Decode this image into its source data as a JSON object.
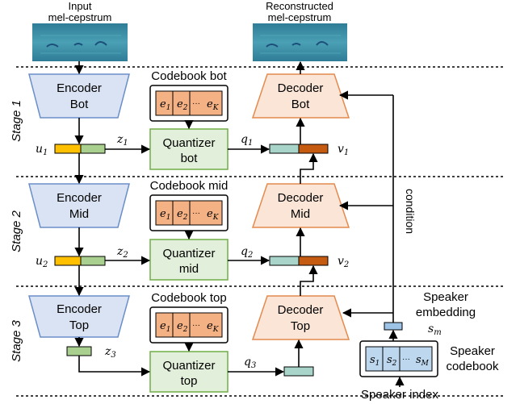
{
  "input_label": [
    "Input",
    "mel-cepstrum"
  ],
  "output_label": [
    "Reconstructed",
    "mel-cepstrum"
  ],
  "stages": [
    {
      "stage_label": "Stage 1",
      "encoder": [
        "Encoder",
        "Bot"
      ],
      "codebook_title": "Codebook bot",
      "codebook_cells": [
        "e",
        "e",
        "e"
      ],
      "codebook_subs": [
        "1",
        "2",
        "K"
      ],
      "quantizer": [
        "Quantizer",
        "bot"
      ],
      "decoder": [
        "Decoder",
        "Bot"
      ],
      "u": "u",
      "u_sub": "1",
      "z": "z",
      "z_sub": "1",
      "q": "q",
      "q_sub": "1",
      "v": "v",
      "v_sub": "1"
    },
    {
      "stage_label": "Stage 2",
      "encoder": [
        "Encoder",
        "Mid"
      ],
      "codebook_title": "Codebook mid",
      "codebook_cells": [
        "e",
        "e",
        "e"
      ],
      "codebook_subs": [
        "1",
        "2",
        "K"
      ],
      "quantizer": [
        "Quantizer",
        "mid"
      ],
      "decoder": [
        "Decoder",
        "Mid"
      ],
      "u": "u",
      "u_sub": "2",
      "z": "z",
      "z_sub": "2",
      "q": "q",
      "q_sub": "2",
      "v": "v",
      "v_sub": "2"
    },
    {
      "stage_label": "Stage 3",
      "encoder": [
        "Encoder",
        "Top"
      ],
      "codebook_title": "Codebook top",
      "codebook_cells": [
        "e",
        "e",
        "e"
      ],
      "codebook_subs": [
        "1",
        "2",
        "K"
      ],
      "quantizer": [
        "Quantizer",
        "top"
      ],
      "decoder": [
        "Decoder",
        "Top"
      ],
      "z": "z",
      "z_sub": "3",
      "q": "q",
      "q_sub": "3"
    }
  ],
  "condition_label": "condition",
  "speaker_embedding": [
    "Speaker",
    "embedding"
  ],
  "s_m": "s",
  "s_m_sub": "m",
  "speaker_codebook": [
    "Speaker",
    "codebook"
  ],
  "speaker_cells": [
    "s",
    "s",
    "s"
  ],
  "speaker_subs": [
    "1",
    "2",
    "M"
  ],
  "speaker_index": "Speaker index",
  "colors": {
    "encoder_fill": "#dae3f3",
    "encoder_stroke": "#6b8ec9",
    "decoder_fill": "#fbe5d6",
    "decoder_stroke": "#e38a4e",
    "quantizer_fill": "#e2efda",
    "quantizer_stroke": "#70ad47",
    "codebook_cell": "#f4b183",
    "yellow": "#ffc000",
    "green_seg": "#a9d08e",
    "teal_seg": "#a9d4c9",
    "dark_orange": "#c55a11",
    "speaker_cell": "#bdd7ee",
    "embedding": "#9dc3e6",
    "spectrogram": "#3e8ea6"
  }
}
